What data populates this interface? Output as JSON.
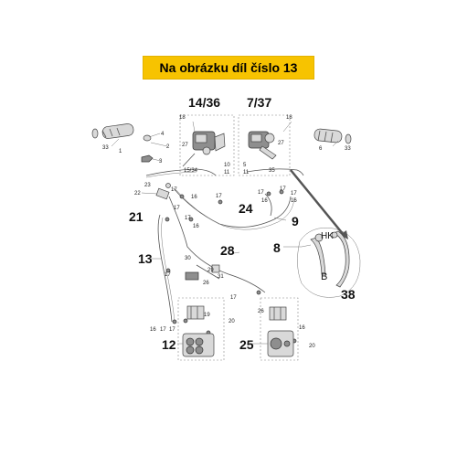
{
  "banner": {
    "text": "Na obrázku díl číslo 13"
  },
  "diagram": {
    "big_labels": {
      "l14_36": "14/36",
      "l7_37": "7/37",
      "l24": "24",
      "l21": "21",
      "l9": "9",
      "l8": "8",
      "l13": "13",
      "l28": "28",
      "l38": "38",
      "l12": "12",
      "l25": "25"
    },
    "small_labels": {
      "s33a": "33",
      "s1": "1",
      "s4": "4",
      "s2": "2",
      "s3": "3",
      "s18a": "18",
      "s27a": "27",
      "s10": "10",
      "s11a": "11",
      "s15_34": "15/34",
      "s18b": "18",
      "s27b": "27",
      "s5": "5",
      "s11b": "11",
      "s35": "35",
      "s6": "6",
      "s33b": "33",
      "s22": "22",
      "s23": "23",
      "s17a": "17",
      "s16a": "16",
      "s17b": "17",
      "s17c": "17",
      "s16b": "16",
      "s17d": "17",
      "s17e": "17",
      "s16c": "16",
      "s17f": "17",
      "s17g": "17",
      "s16d": "16",
      "s17h": "17",
      "s30": "30",
      "s29": "29",
      "s26a": "26",
      "s31": "31",
      "s17i": "17",
      "s19": "19",
      "s26b": "26",
      "s16e": "16",
      "s17j": "17",
      "s17k": "17",
      "s20a": "20",
      "s20b": "20",
      "s16f": "16",
      "sHK": "HK",
      "sB": "B"
    }
  }
}
